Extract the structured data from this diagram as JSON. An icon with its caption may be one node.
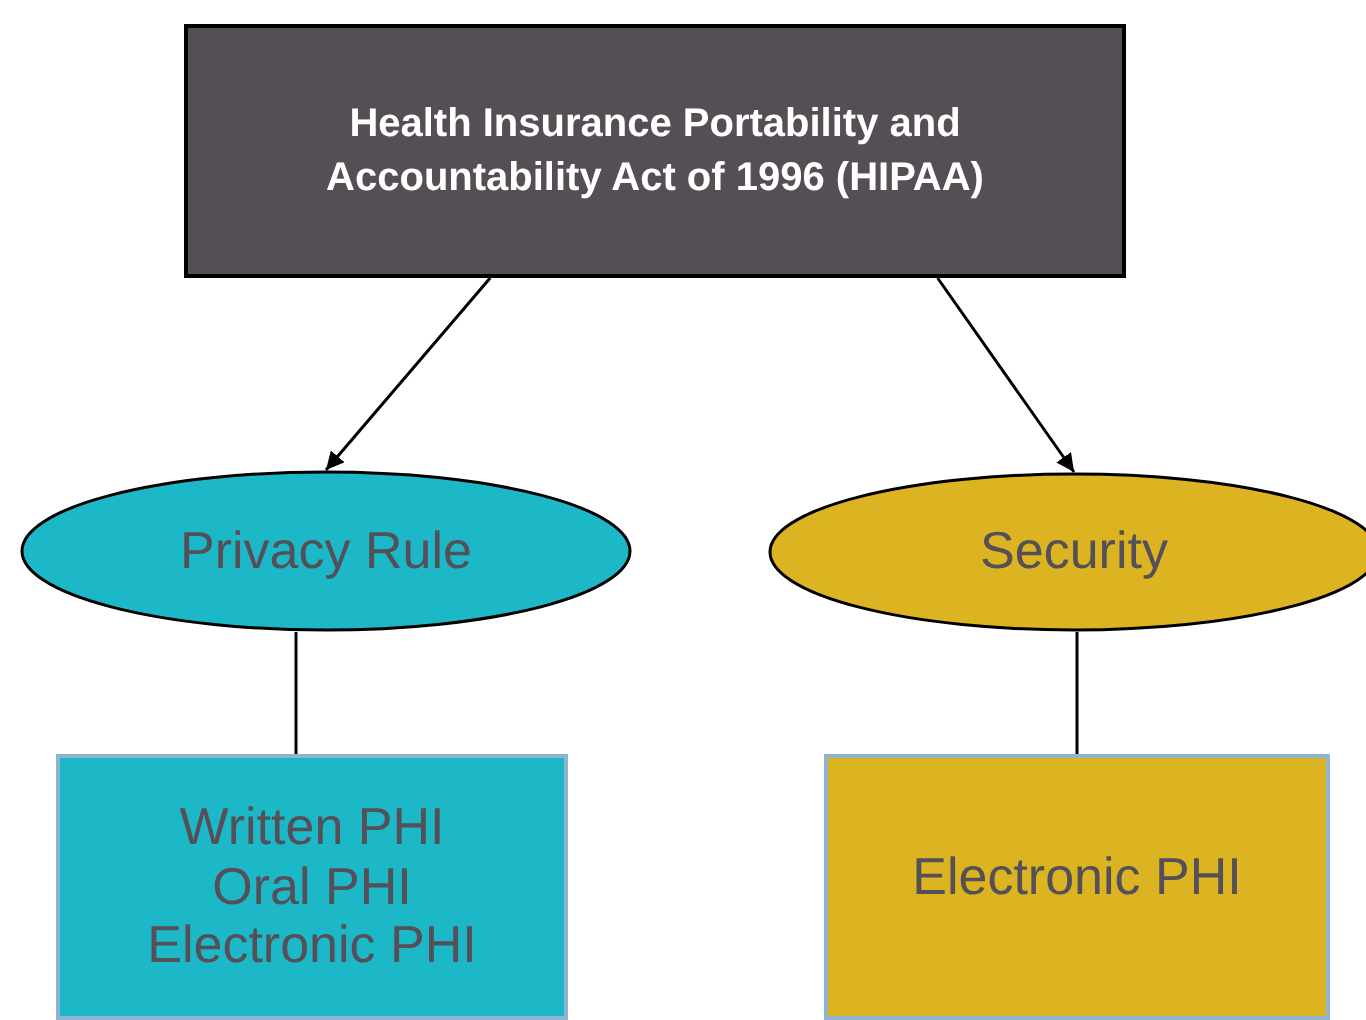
{
  "diagram": {
    "nodes": [
      {
        "text": [
          "Health Insurance Portability and Accountability Act of 1996 (HIPAA)"
        ]
      },
      {
        "text": [
          "Privacy Rule"
        ]
      },
      {
        "text": [
          "Security"
        ]
      },
      {
        "text": [
          "Written PHI",
          "Oral PHI",
          "Electronic PHI"
        ]
      },
      {
        "text": [
          "Electronic PHI"
        ]
      }
    ],
    "edges": [
      {
        "from": 0,
        "to": 1,
        "arrow": "to"
      },
      {
        "from": 0,
        "to": 2,
        "arrow": "to"
      },
      {
        "from": 1,
        "to": 3,
        "arrow": "none"
      },
      {
        "from": 2,
        "to": 4,
        "arrow": "none"
      }
    ]
  }
}
